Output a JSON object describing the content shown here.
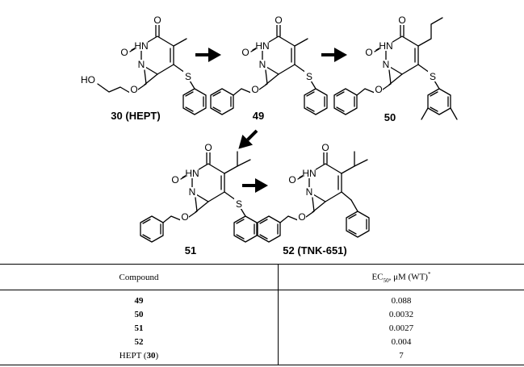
{
  "scheme": {
    "atoms": {
      "O": "O",
      "HN": "HN",
      "N": "N",
      "S": "S",
      "HO": "HO"
    },
    "compounds": [
      {
        "id": "30",
        "label": "30 (HEPT)"
      },
      {
        "id": "49",
        "label": "49"
      },
      {
        "id": "50",
        "label": "50"
      },
      {
        "id": "51",
        "label": "51"
      },
      {
        "id": "52",
        "label": "52 (TNK-651)"
      }
    ]
  },
  "table": {
    "headers": [
      "Compound",
      "EC50, μM (WT)*"
    ],
    "header_ec_main": "EC",
    "header_ec_sub": "50",
    "header_ec_rest": ", μM (WT)",
    "header_ec_mark": "*",
    "rows": [
      {
        "compound": "49",
        "ec50": "0.088"
      },
      {
        "compound": "50",
        "ec50": "0.0032"
      },
      {
        "compound": "51",
        "ec50": "0.0027"
      },
      {
        "compound": "52",
        "ec50": "0.004"
      },
      {
        "compound_prefix": "HEPT (",
        "compound": "30",
        "compound_suffix": ")",
        "ec50": "7"
      }
    ]
  }
}
